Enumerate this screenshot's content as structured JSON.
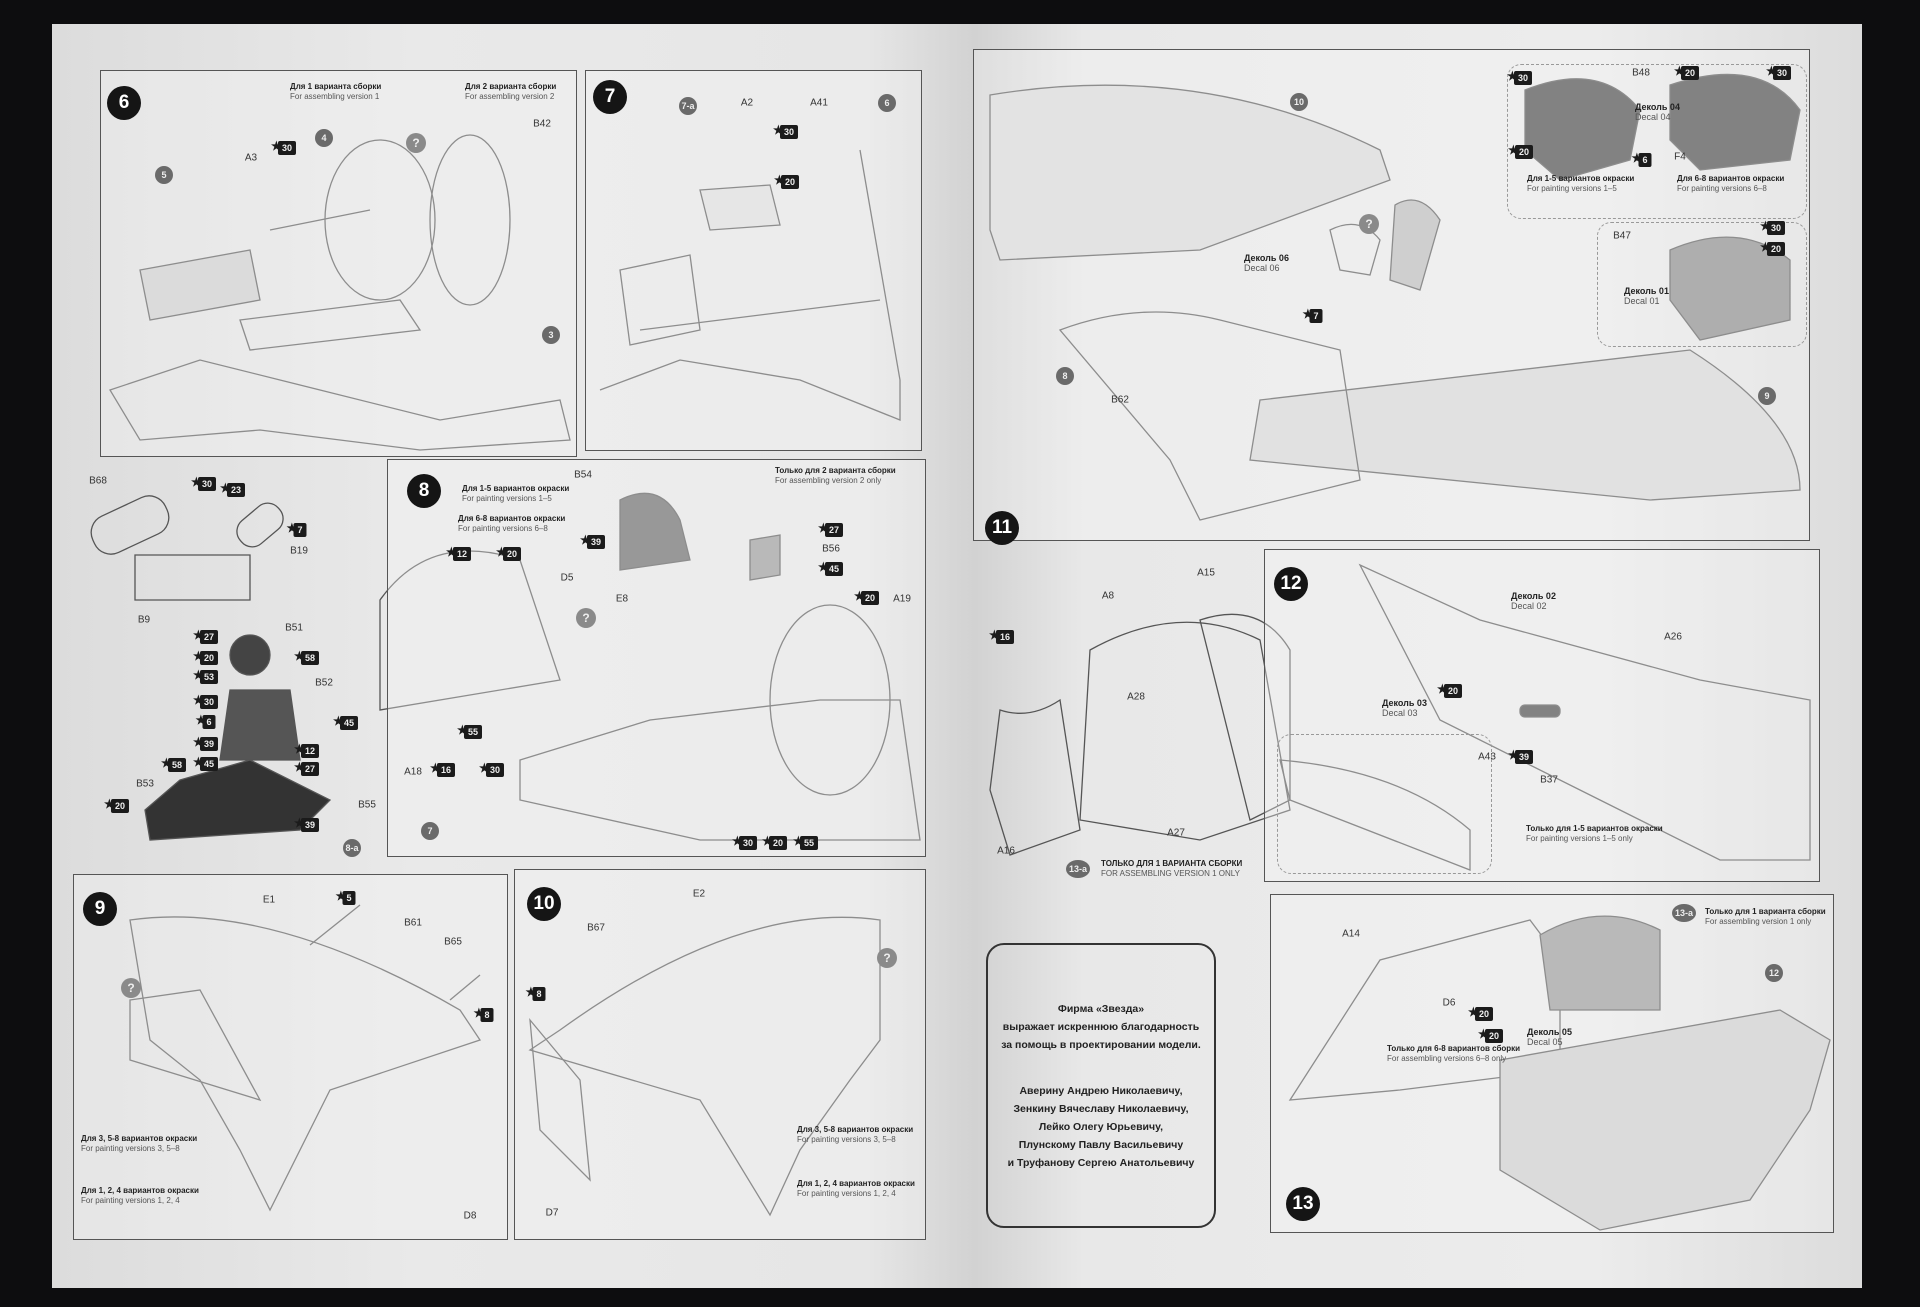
{
  "steps": {
    "s6": "6",
    "s7": "7",
    "s8": "8",
    "s9": "9",
    "s10": "10",
    "s11": "11",
    "s12": "12",
    "s13": "13"
  },
  "notes": {
    "v1": {
      "ru": "Для 1 варианта сборки",
      "en": "For assembling version 1"
    },
    "v2": {
      "ru": "Для 2 варианта сборки",
      "en": "For assembling version 2"
    },
    "p15": {
      "ru": "Для 1-5 вариантов окраски",
      "en": "For painting versions 1–5"
    },
    "p68": {
      "ru": "Для 6-8 вариантов окраски",
      "en": "For painting versions 6–8"
    },
    "v2only": {
      "ru": "Только для 2 варианта сборки",
      "en": "For assembling version 2 only"
    },
    "p358": {
      "ru": "Для 3, 5-8 вариантов окраски",
      "en": "For painting versions 3, 5–8"
    },
    "p124": {
      "ru": "Для 1, 2, 4 вариантов окраски",
      "en": "For painting versions 1, 2, 4"
    },
    "v1only_caps": {
      "ru": "ТОЛЬКО ДЛЯ 1 ВАРИАНТА СБОРКИ",
      "en": "FOR ASSEMBLING VERSION 1 ONLY"
    },
    "p15only": {
      "ru": "Только для 1-5 вариантов окраски",
      "en": "For painting versions 1–5 only"
    },
    "v1only": {
      "ru": "Только для 1 варианта сборки",
      "en": "For assembling version 1 only"
    },
    "v68only": {
      "ru": "Только для 6-8 вариантов сборки",
      "en": "For assembling versions 6–8 only"
    },
    "decal01": {
      "ru": "Деколь 01",
      "en": "Decal 01"
    },
    "decal02": {
      "ru": "Деколь 02",
      "en": "Decal 02"
    },
    "decal03": {
      "ru": "Деколь 03",
      "en": "Decal 03"
    },
    "decal04": {
      "ru": "Деколь 04",
      "en": "Decal 04"
    },
    "decal05": {
      "ru": "Деколь 05",
      "en": "Decal 05"
    },
    "decal06": {
      "ru": "Деколь 06",
      "en": "Decal 06"
    }
  },
  "parts": [
    "B42",
    "A3",
    "A2",
    "A41",
    "7-а",
    "B68",
    "B19",
    "B9",
    "B51",
    "B52",
    "B53",
    "B55",
    "8-а",
    "B54",
    "B56",
    "D5",
    "E8",
    "A19",
    "A18",
    "E1",
    "B61",
    "B65",
    "D8",
    "E2",
    "B67",
    "D7",
    "B62",
    "B48",
    "F4",
    "B47",
    "A8",
    "A15",
    "A28",
    "A27",
    "A16",
    "13-а",
    "A26",
    "A43",
    "B37",
    "A14",
    "D6"
  ],
  "paint": [
    "30",
    "20",
    "23",
    "7",
    "27",
    "53",
    "6",
    "39",
    "45",
    "58",
    "12",
    "55",
    "16",
    "5",
    "8"
  ],
  "refs": [
    "3",
    "4",
    "5",
    "6",
    "7",
    "8",
    "9",
    "10",
    "12",
    "?"
  ],
  "thanks": {
    "lines": [
      "Фирма «Звезда»",
      "выражает искреннюю благодарность",
      "за помощь в проектировании модели."
    ],
    "names": [
      "Аверину Андрею Николаевичу,",
      "Зенкину Вячеславу Николаевичу,",
      "Лейко Олегу Юрьевичу,",
      "Плунскому Павлу Васильевичу",
      "и Труфанову Сергею Анатольевичу"
    ]
  }
}
